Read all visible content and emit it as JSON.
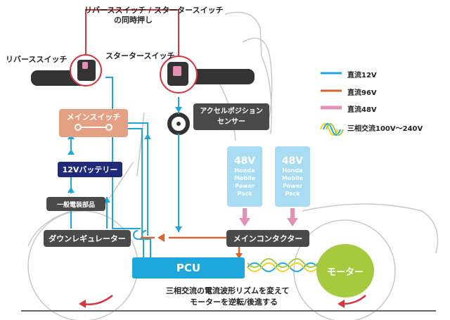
{
  "colors": {
    "dc12v": "#1ea7db",
    "dc96v": "#d8662c",
    "dc48v": "#e48fb6",
    "ac_yellow": "#f3d21c",
    "ac_blue": "#1ea7db",
    "pcu": "#1ea7db",
    "main_switch": "#e4a083",
    "battery_12v": "#1f2a78",
    "dark_box": "#4a4a4a",
    "pack": "#a7dcf2",
    "motor": "#a6ca3e",
    "simultaneous_line": "#d9333f"
  },
  "labels": {
    "simultaneous_line1": "リバーススイッチ / スタータースイッチ",
    "simultaneous_line2": "の同時押し",
    "reverse_switch": "リバーススイッチ",
    "starter_switch": "スタータースイッチ",
    "accel_sensor_line1": "アクセルポジション",
    "accel_sensor_line2": "センサー",
    "main_switch": "メインスイッチ",
    "battery_12v": "12Vバッテリー",
    "general_parts": "一般電装部品",
    "down_regulator": "ダウンレギュレーター",
    "main_contactor": "メインコンタクター",
    "pcu": "PCU",
    "motor": "モーター",
    "caption_line1": "三相交流の電流波形リズムを変えて",
    "caption_line2": "モーターを逆転/後進する"
  },
  "packs": [
    {
      "voltage": "48V",
      "line1": "Honda",
      "line2": "Mobile",
      "line3": "Power",
      "line4": "Pack"
    },
    {
      "voltage": "48V",
      "line1": "Honda",
      "line2": "Mobile",
      "line3": "Power",
      "line4": "Pack"
    }
  ],
  "legend": [
    {
      "label": "直流12V",
      "icon": "line-blue"
    },
    {
      "label": "直流96V",
      "icon": "line-orange"
    },
    {
      "label": "直流48V",
      "icon": "line-pink"
    },
    {
      "label": "三相交流100V～240V",
      "icon": "three-phase-wave"
    }
  ]
}
